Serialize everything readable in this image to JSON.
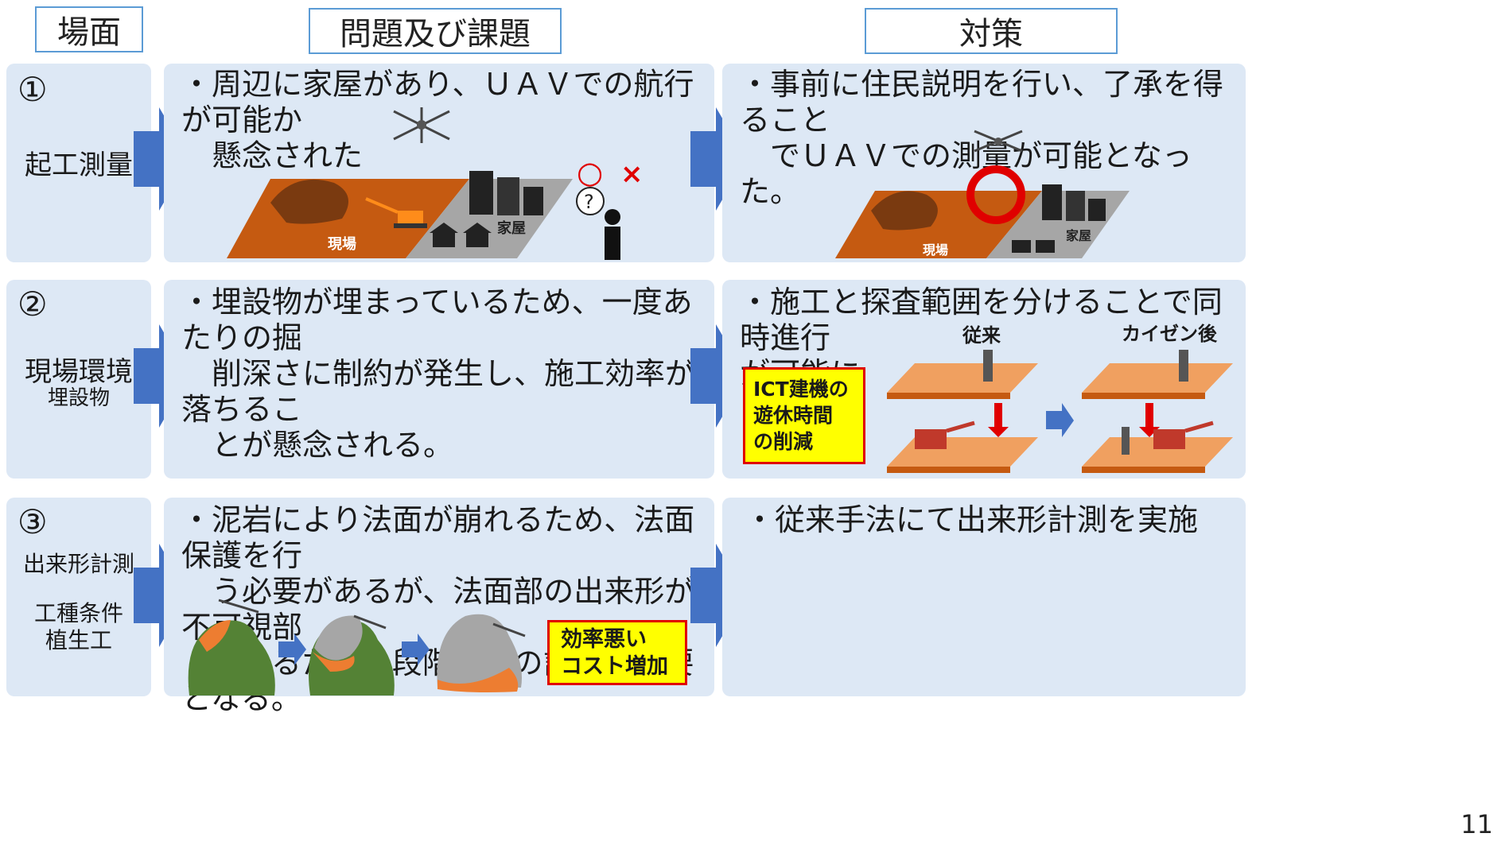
{
  "headers": {
    "scene": "場面",
    "problem": "問題及び課題",
    "measure": "対策"
  },
  "rows": [
    {
      "number": "①",
      "scene_label": "起工測量",
      "scene_sub": "",
      "problem_text": "・周辺に家屋があり、ＵＡＶでの航行が可能か\n　懸念された",
      "measure_text": "・事前に住民説明を行い、了承を得ること\n　でＵＡＶでの測量が可能となった。",
      "site_label": "現場",
      "house_label": "家屋",
      "maru": "○",
      "batsu": "×",
      "question": "?"
    },
    {
      "number": "②",
      "scene_label": "現場環境",
      "scene_sub": "埋設物",
      "problem_text": "・埋設物が埋まっているため、一度あたりの掘\n　削深さに制約が発生し、施工効率が落ちるこ\n　とが懸念される。",
      "measure_text": "・施工と探査範囲を分けることで同時進行\nが可能に",
      "before_label": "従来",
      "after_label": "カイゼン後",
      "callout": "ICT建機の\n遊休時間\nの削減"
    },
    {
      "number": "③",
      "scene_label": "出来形計測",
      "scene_sub1": "工種条件",
      "scene_sub2": "植生工",
      "problem_text": "・泥岩により法面が崩れるため、法面保護を行\n　う必要があるが、法面部の出来形が不可視部\n　となるため、段階ごとの計測が必要となる。",
      "measure_text": "・従来手法にて出来形計測を実施",
      "callout": "効率悪い\nコスト増加"
    }
  ],
  "page_number": "11",
  "colors": {
    "panel": "#dde8f5",
    "arrow": "#4472c4",
    "header_border": "#5b9bd5",
    "site": "#c55a11",
    "callout_bg": "#ffff00",
    "callout_border": "#e00000"
  }
}
